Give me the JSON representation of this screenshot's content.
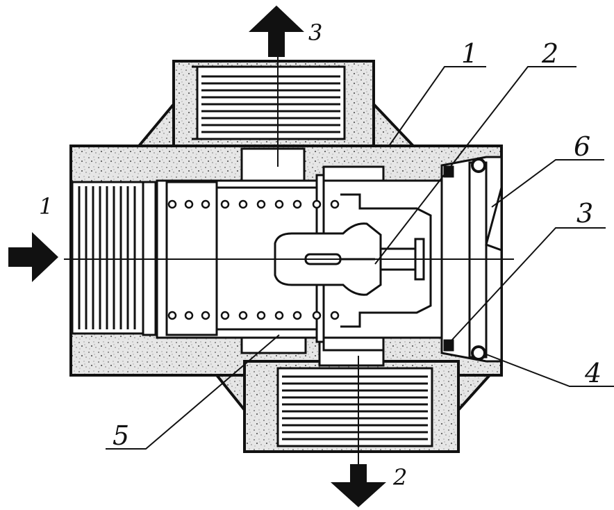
{
  "labels": {
    "inlet_arrow": "1",
    "outlet_top_arrow": "3",
    "outlet_bottom_arrow": "2",
    "callout_1": "1",
    "callout_2": "2",
    "callout_6": "6",
    "callout_3": "3",
    "callout_4": "4",
    "callout_5": "5"
  },
  "colors": {
    "ink": "#111111",
    "casting_fill": "#e4e4e4",
    "speckle": "#6f6f6f",
    "background": "#ffffff"
  }
}
